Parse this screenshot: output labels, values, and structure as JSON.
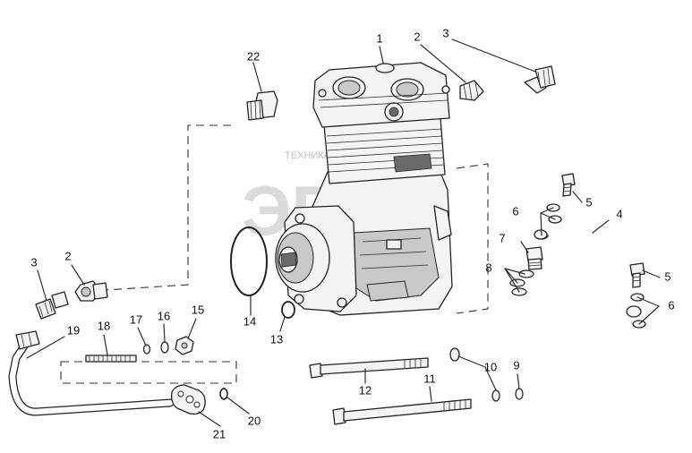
{
  "watermark": {
    "small": "ТЕХНИКА",
    "big": "ЭПФ"
  },
  "callouts": [
    "1",
    "2",
    "3",
    "22",
    "4",
    "5",
    "6",
    "7",
    "8",
    "5",
    "6",
    "3",
    "2",
    "14",
    "13",
    "19",
    "18",
    "17",
    "16",
    "15",
    "12",
    "11",
    "10",
    "9",
    "21",
    "20"
  ]
}
